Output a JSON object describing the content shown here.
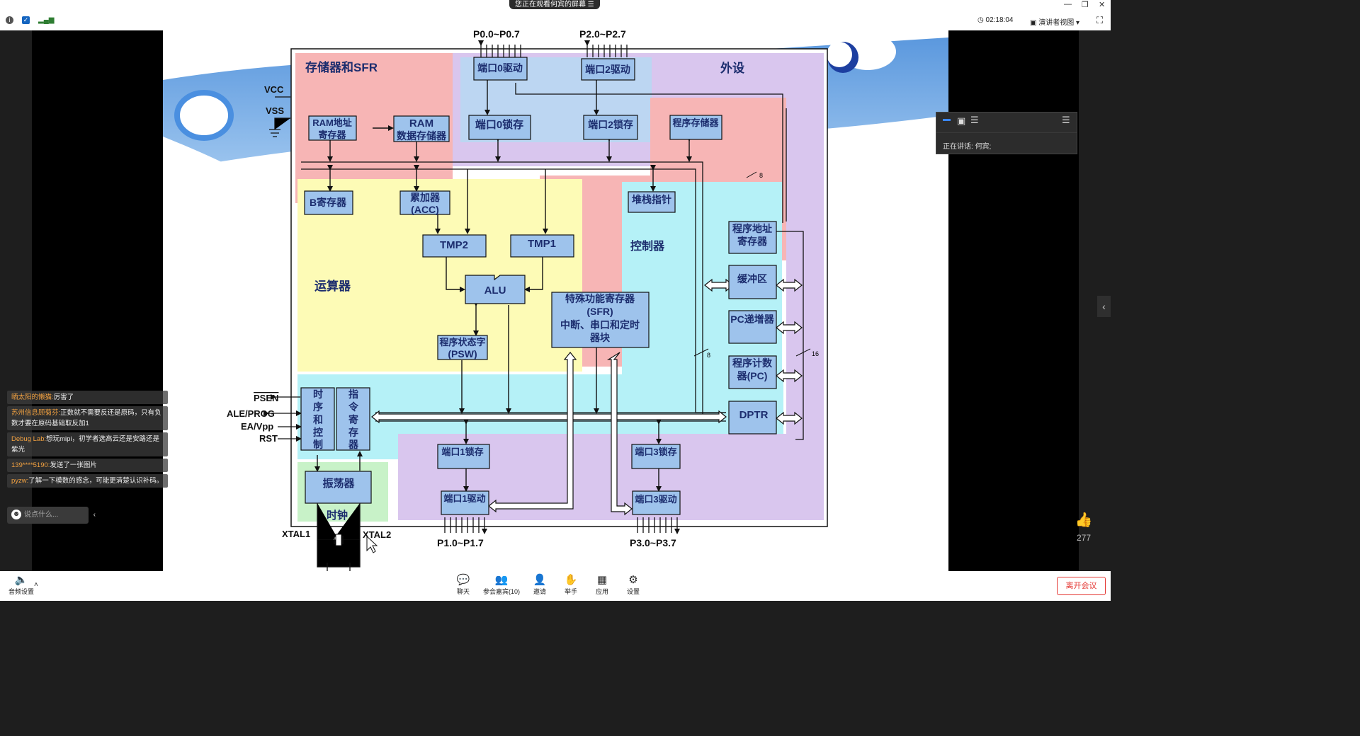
{
  "topbar": {
    "share_notice": "您正在观看何宾的屏幕",
    "clock": "02:18:04",
    "view_mode": "演讲者视图"
  },
  "speaker": {
    "label": "正在讲话:",
    "name": "何宾;"
  },
  "likes": "277",
  "chat": {
    "messages": [
      {
        "user": "晒太阳的懒猫:",
        "text": "厉害了"
      },
      {
        "user": "苏州信息顾菊芬:",
        "text": "正数就不需要反还是原码，只有负数才要在原码基础取反加1"
      },
      {
        "user": "Debug Lab:",
        "text": "想玩mipi，初学者选高云还是安路还是紫光"
      },
      {
        "user": "139****5190:",
        "text": "发送了一张图片"
      },
      {
        "user": "pyzw:",
        "text": "了解一下模数的感念，可能更清楚认识补码。"
      }
    ],
    "input_placeholder": "说点什么..."
  },
  "bottombar": {
    "audio_settings": "音频设置",
    "chat": "聊天",
    "participants": "参会嘉宾(10)",
    "invite": "邀请",
    "raise_hand": "举手",
    "apps": "应用",
    "settings": "设置",
    "leave": "离开会议"
  },
  "slide": {
    "regions": {
      "memory_sfr": "存储器和SFR",
      "peripherals": "外设",
      "alu_section": "运算器",
      "controller": "控制器",
      "clock": "时钟"
    },
    "blocks": {
      "port0_driver": "端口0驱动",
      "port2_driver": "端口2驱动",
      "port0_latch": "端口0锁存",
      "port2_latch": "端口2锁存",
      "ram_addr_1": "RAM地址",
      "ram_addr_2": "寄存器",
      "ram_1": "RAM",
      "ram_2": "数据存储器",
      "program_memory": "程序存储器",
      "b_register": "B寄存器",
      "acc_1": "累加器",
      "acc_2": "(ACC)",
      "stack_pointer": "堆栈指针",
      "tmp2": "TMP2",
      "tmp1": "TMP1",
      "prog_addr_1": "程序地址",
      "prog_addr_2": "寄存器",
      "alu": "ALU",
      "buffer": "缓冲区",
      "sfr_1": "特殊功能寄存器",
      "sfr_2": "(SFR)",
      "sfr_3": "中断、串口和定时",
      "sfr_4": "器块",
      "pc_incrementer": "PC递增器",
      "psw_1": "程序状态字",
      "psw_2": "(PSW)",
      "pc_1": "程序计数",
      "pc_2": "器(PC)",
      "timing_control": [
        "时",
        "序",
        "和",
        "控",
        "制"
      ],
      "instruction_reg": [
        "指",
        "令",
        "寄",
        "存",
        "器"
      ],
      "dptr": "DPTR",
      "port1_latch": "端口1锁存",
      "port3_latch": "端口3锁存",
      "oscillator": "振荡器",
      "port1_driver": "端口1驱动",
      "port3_driver": "端口3驱动"
    },
    "pins": {
      "p0": "P0.0~P0.7",
      "p2": "P2.0~P2.7",
      "p1": "P1.0~P1.7",
      "p3": "P3.0~P3.7",
      "vcc": "VCC",
      "vss": "VSS",
      "psen": "PSEN",
      "ale": "ALE/PROG",
      "ea": "EA/Vpp",
      "rst": "RST",
      "xtal1": "XTAL1",
      "xtal2": "XTAL2"
    },
    "bus_widths": {
      "w8a": "8",
      "w8b": "8",
      "w16": "16"
    }
  },
  "colors": {
    "memory": "#f7b5b5",
    "peripheral": "#d9c6ee",
    "alu": "#fdfbb6",
    "controller": "#b5f1f7",
    "clock": "#c8f2c8",
    "block": "#9ec3ec",
    "leave": "#e53935"
  }
}
